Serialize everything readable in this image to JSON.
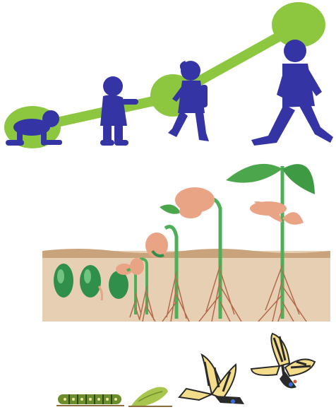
{
  "colors": {
    "accent_green": "#8dc63f",
    "silhouette_blue": "#3434a5",
    "soil_brown": "#c8a37b",
    "soil_top": "#a9784a",
    "seed_green": "#2f8f4b",
    "stem_green": "#4fae5a",
    "leaf_green": "#4ca64c",
    "cotyledon_pink": "#e9a486",
    "root_brown": "#b36a4a",
    "caterpillar_green": "#6b8e2a",
    "chrysalis_green": "#a8c64e",
    "butterfly_yellow": "#f3dc8a",
    "butterfly_black": "#2a2a2a"
  },
  "panels": {
    "human_growth": {
      "stages": 4,
      "icon": "child-growth-silhouettes"
    },
    "plant_growth": {
      "stages": 8,
      "icon": "bean-germination-stages"
    },
    "butterfly_life_cycle": {
      "stages": 4,
      "icon": "butterfly-metamorphosis"
    }
  }
}
